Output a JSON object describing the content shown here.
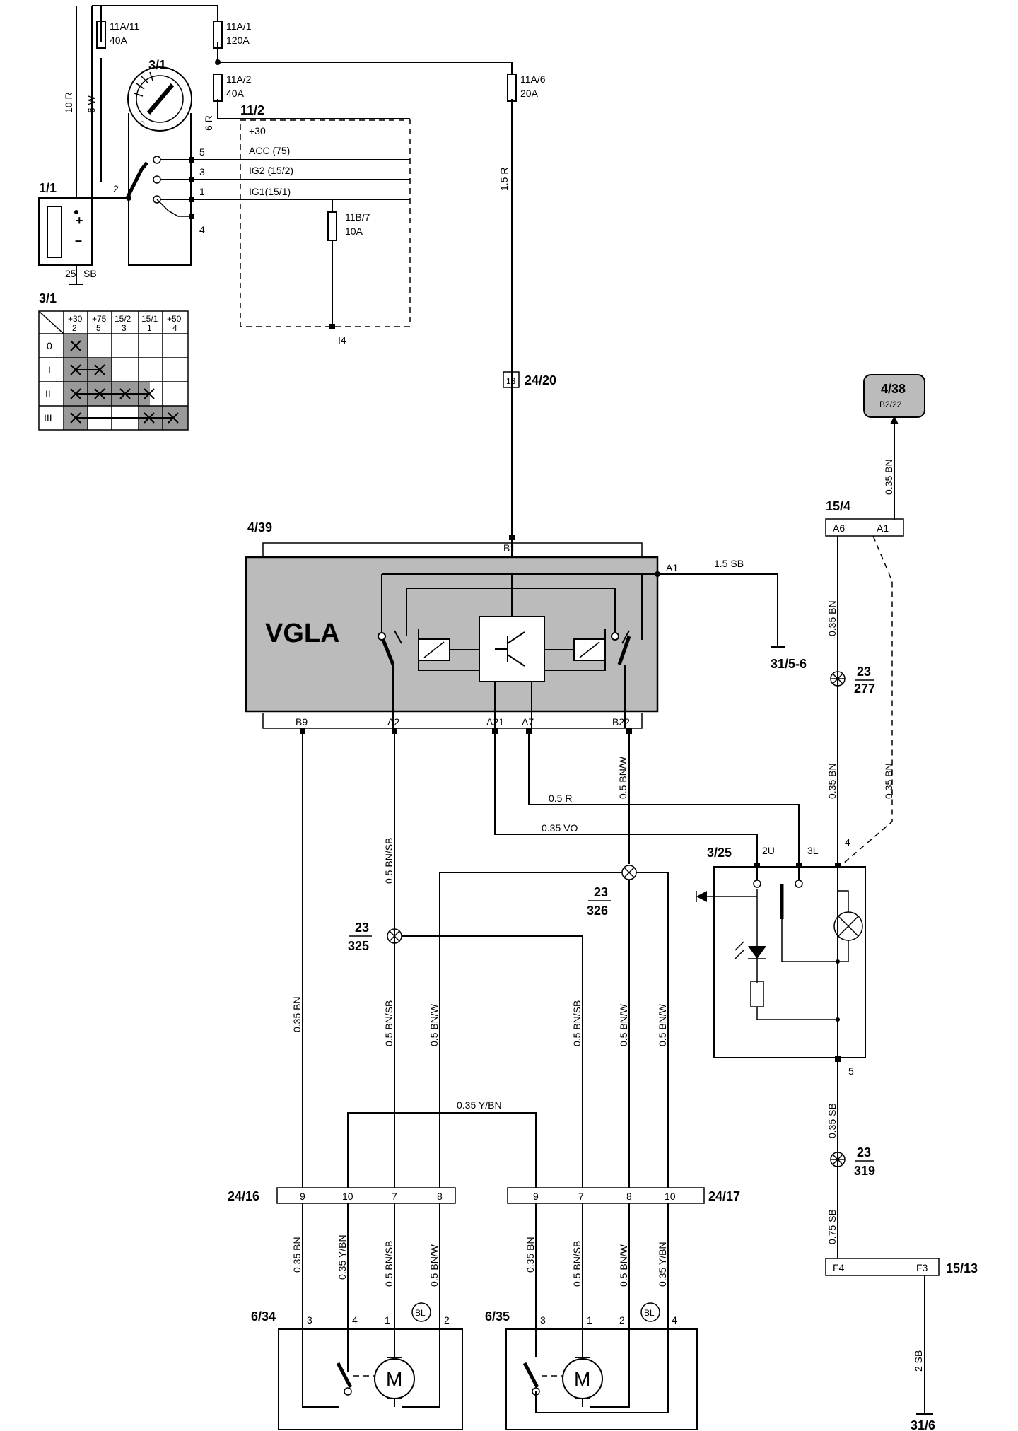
{
  "fuses": {
    "f11a11": {
      "id": "11A/11",
      "rating": "40A"
    },
    "f11a1": {
      "id": "11A/1",
      "rating": "120A"
    },
    "f11a2": {
      "id": "11A/2",
      "rating": "40A"
    },
    "f11a6": {
      "id": "11A/6",
      "rating": "20A"
    },
    "f11b7": {
      "id": "11B/7",
      "rating": "10A"
    }
  },
  "components": {
    "battery": {
      "id": "1/1"
    },
    "ignition_switch": {
      "id": "3/1"
    },
    "relay_box": {
      "id": "11/2"
    },
    "module": {
      "id": "4/39",
      "name": "VGLA"
    },
    "module_ref": {
      "id": "4/38",
      "sub": "B2/22"
    },
    "connector_15_4": {
      "id": "15/4",
      "pins": [
        "A6",
        "A1"
      ]
    },
    "switch_3_25": {
      "id": "3/25"
    },
    "connector_24_16": {
      "id": "24/16",
      "pins": [
        "9",
        "10",
        "7",
        "8"
      ]
    },
    "connector_24_17": {
      "id": "24/17",
      "pins": [
        "9",
        "7",
        "8",
        "10"
      ]
    },
    "connector_15_13": {
      "id": "15/13",
      "pins": [
        "F4",
        "F3"
      ]
    },
    "motor_left": {
      "id": "6/34",
      "pins": [
        "3",
        "4",
        "1",
        "2"
      ],
      "badge": "BL",
      "symbol": "M"
    },
    "motor_right": {
      "id": "6/35",
      "pins": [
        "3",
        "1",
        "2",
        "4"
      ],
      "badge": "BL",
      "symbol": "M"
    }
  },
  "ground_refs": {
    "g1": "31/5-6",
    "g2": "31/6",
    "i4": "I4"
  },
  "junction": {
    "id": "24/20",
    "pin": "13"
  },
  "relay_lines": {
    "l30": "+30",
    "acc": "ACC (75)",
    "ig2": "IG2 (15/2)",
    "ig1": "IG1(15/1)"
  },
  "switch_pins": {
    "p5": "5",
    "p3": "3",
    "p1": "1",
    "p4": "4",
    "p2": "2"
  },
  "battery_wire": {
    "pin": "25",
    "color": "SB"
  },
  "module_pins": {
    "b1": "B1",
    "a1": "A1",
    "b9": "B9",
    "a2": "A2",
    "a21": "A21",
    "a7": "A7",
    "b22": "B22"
  },
  "switch325_pins": {
    "u": "2U",
    "l": "3L",
    "p4": "4",
    "p5": "5"
  },
  "bulbs": [
    {
      "num": "23",
      "den": "277"
    },
    {
      "num": "23",
      "den": "326"
    },
    {
      "num": "23",
      "den": "325"
    },
    {
      "num": "23",
      "den": "319"
    }
  ],
  "wires": {
    "w10r": "10 R",
    "w6w": "6 W",
    "w6r": "6 R",
    "w15r": "1.5 R",
    "w15sb": "1.5 SB",
    "w035bn_top": "0.35 BN",
    "w035bn_a": "0.35 BN",
    "w035bn_b": "0.35 BN",
    "w035bn_dash": "0.35 BN",
    "w05r": "0.5 R",
    "w035vo": "0.35 VO",
    "w05bnw_b22": "0.5 BN/W",
    "w05bnsb_a2": "0.5 BN/SB",
    "w035bn_b9": "0.35 BN",
    "w05bnsb_l": "0.5 BN/SB",
    "w05bnw_l": "0.5 BN/W",
    "w05bnsb_r": "0.5 BN/SB",
    "w05bnw_r": "0.5 BN/W",
    "w05bnw_r2": "0.5 BN/W",
    "w035ybn": "0.35 Y/BN",
    "w035sb": "0.35 SB",
    "w075sb": "0.75 SB",
    "w2sb": "2 SB",
    "m1_035bn": "0.35 BN",
    "m1_035ybn": "0.35 Y/BN",
    "m1_05bnsb": "0.5 BN/SB",
    "m1_05bnw": "0.5 BN/W",
    "m2_035bn": "0.35 BN",
    "m2_05bnsb": "0.5 BN/SB",
    "m2_05bnw": "0.5 BN/W",
    "m2_035ybn": "0.35 Y/BN"
  },
  "switch_table": {
    "title": "3/1",
    "headers_top": [
      "+30",
      "+75",
      "15/2",
      "15/1",
      "+50"
    ],
    "headers_bottom": [
      "2",
      "5",
      "3",
      "1",
      "4"
    ],
    "rows": [
      "0",
      "I",
      "II",
      "III"
    ]
  }
}
